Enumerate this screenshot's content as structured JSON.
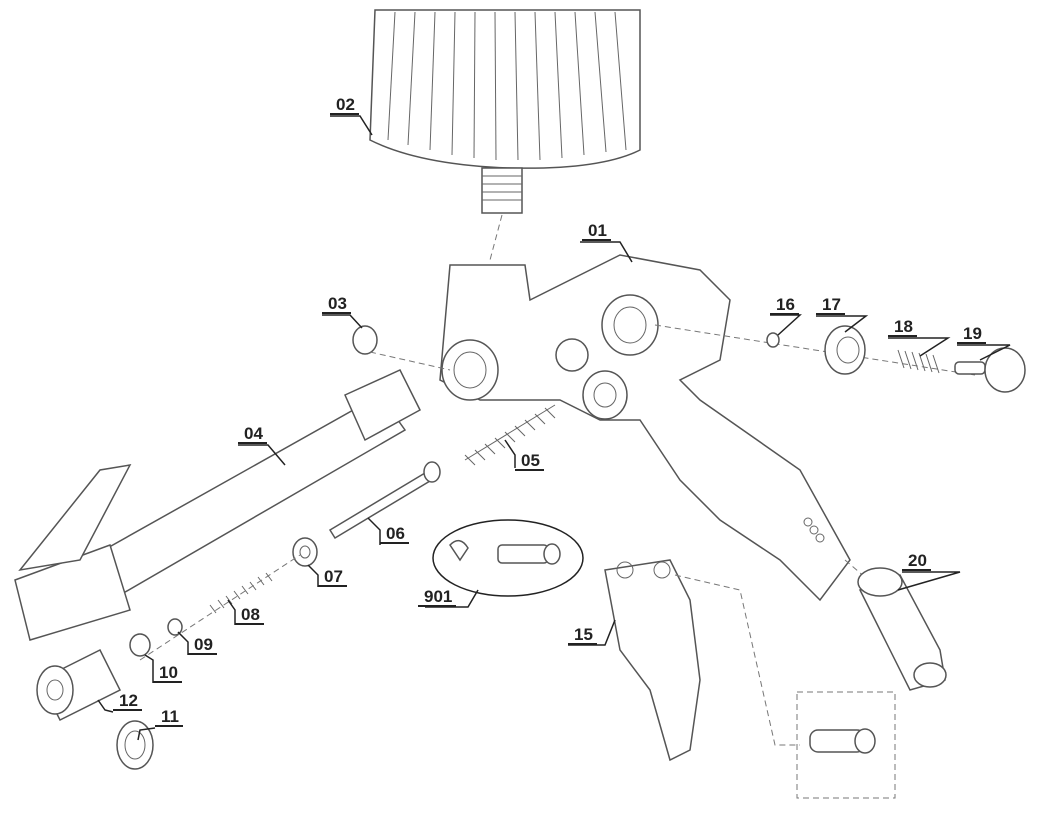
{
  "diagram": {
    "type": "exploded-parts-view",
    "subject": "tire inflator gun with gauge",
    "parts": [
      {
        "id": "01",
        "label": "01"
      },
      {
        "id": "02",
        "label": "02"
      },
      {
        "id": "03",
        "label": "03"
      },
      {
        "id": "04",
        "label": "04"
      },
      {
        "id": "05",
        "label": "05"
      },
      {
        "id": "06",
        "label": "06"
      },
      {
        "id": "07",
        "label": "07"
      },
      {
        "id": "08",
        "label": "08"
      },
      {
        "id": "09",
        "label": "09"
      },
      {
        "id": "10",
        "label": "10"
      },
      {
        "id": "11",
        "label": "11"
      },
      {
        "id": "12",
        "label": "12"
      },
      {
        "id": "15",
        "label": "15"
      },
      {
        "id": "16",
        "label": "16"
      },
      {
        "id": "17",
        "label": "17"
      },
      {
        "id": "18",
        "label": "18"
      },
      {
        "id": "19",
        "label": "19"
      },
      {
        "id": "20",
        "label": "20"
      },
      {
        "id": "901",
        "label": "901"
      }
    ]
  }
}
